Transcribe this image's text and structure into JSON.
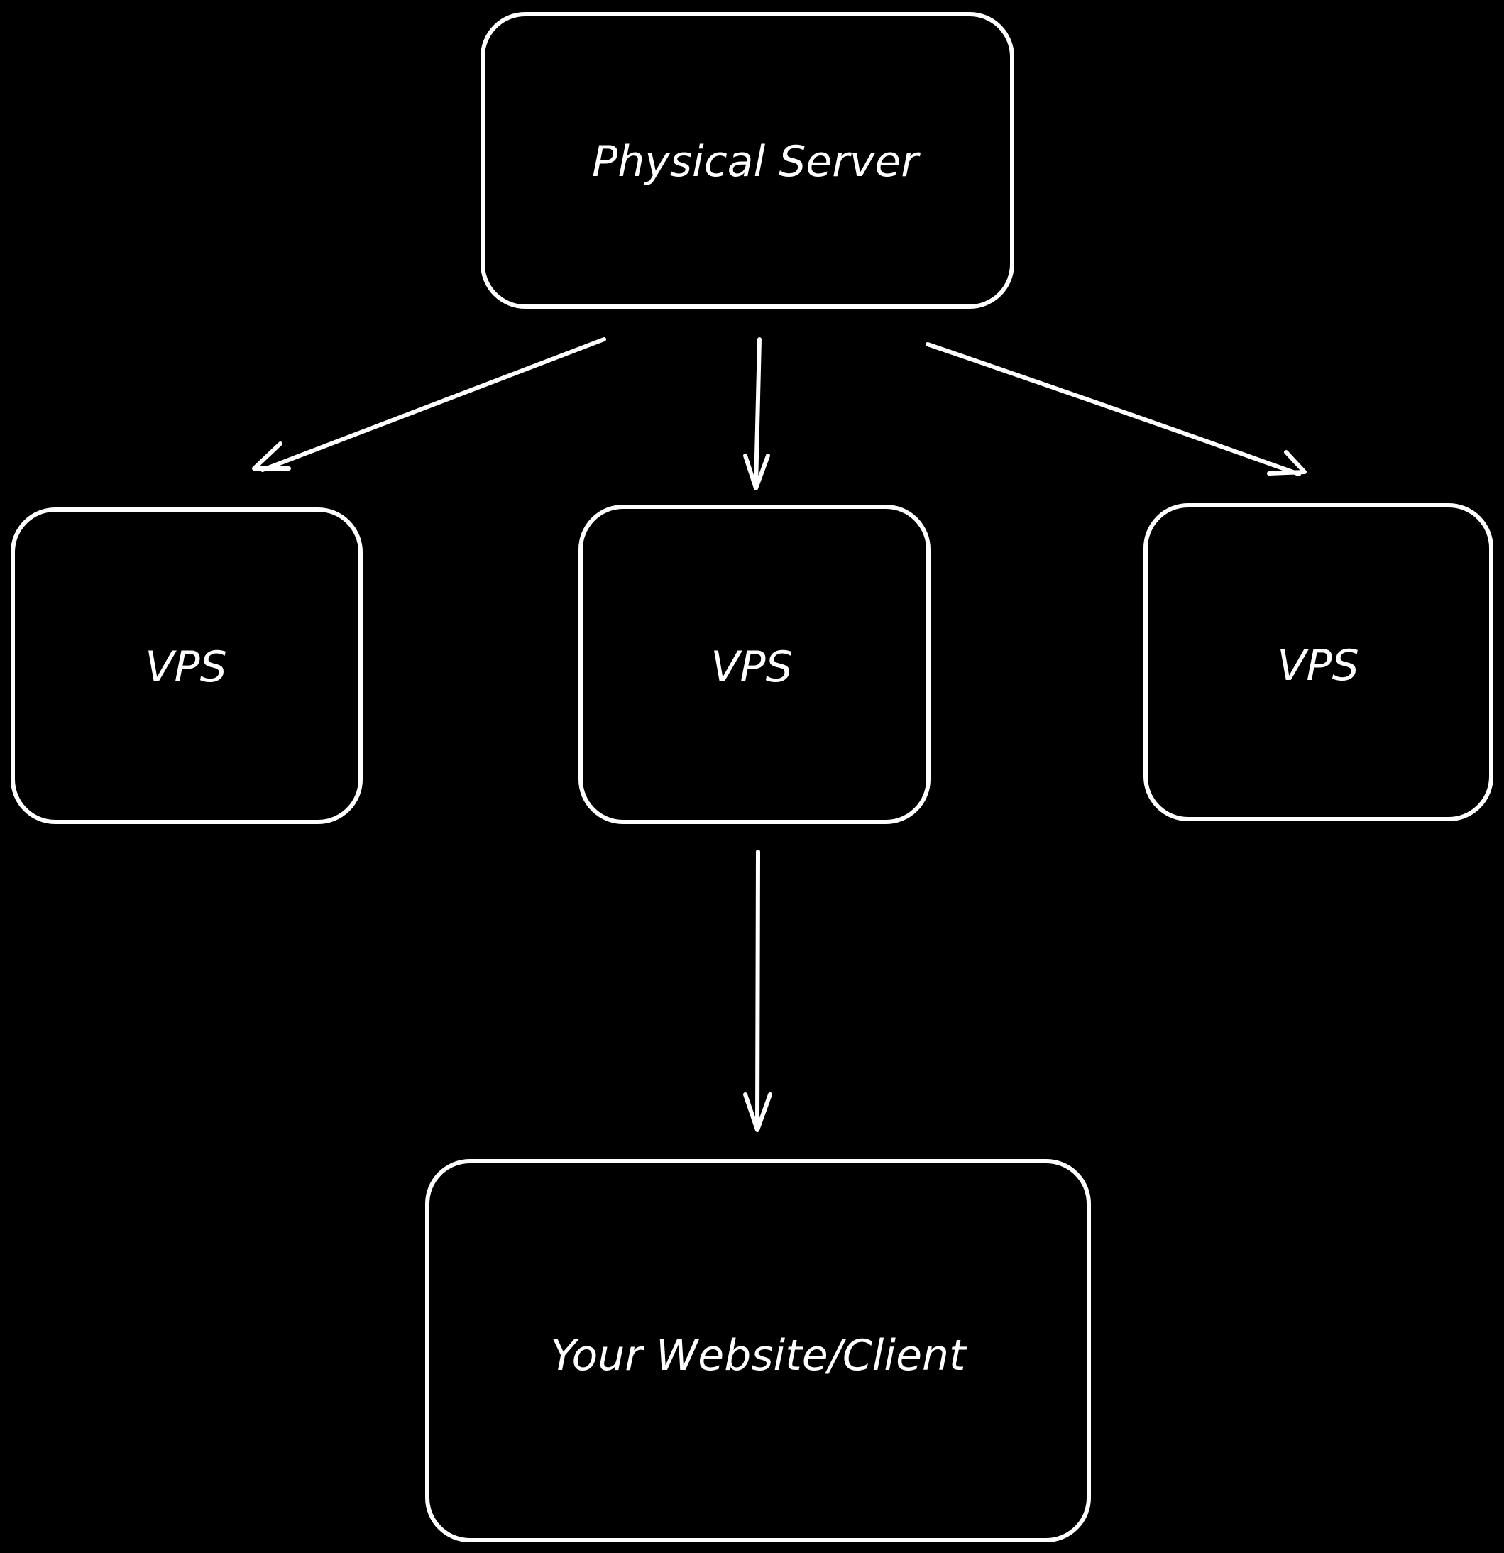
{
  "colors": {
    "background": "#000000",
    "stroke": "#ffffff",
    "text": "#ffffff"
  },
  "nodes": [
    {
      "id": "physical-server",
      "label": "Physical Server"
    },
    {
      "id": "vps-left",
      "label": "VPS"
    },
    {
      "id": "vps-center",
      "label": "VPS"
    },
    {
      "id": "vps-right",
      "label": "VPS"
    },
    {
      "id": "website-client",
      "label": "Your Website/Client"
    }
  ],
  "edges": [
    {
      "from": "physical-server",
      "to": "vps-left"
    },
    {
      "from": "physical-server",
      "to": "vps-center"
    },
    {
      "from": "physical-server",
      "to": "vps-right"
    },
    {
      "from": "vps-center",
      "to": "website-client"
    }
  ]
}
